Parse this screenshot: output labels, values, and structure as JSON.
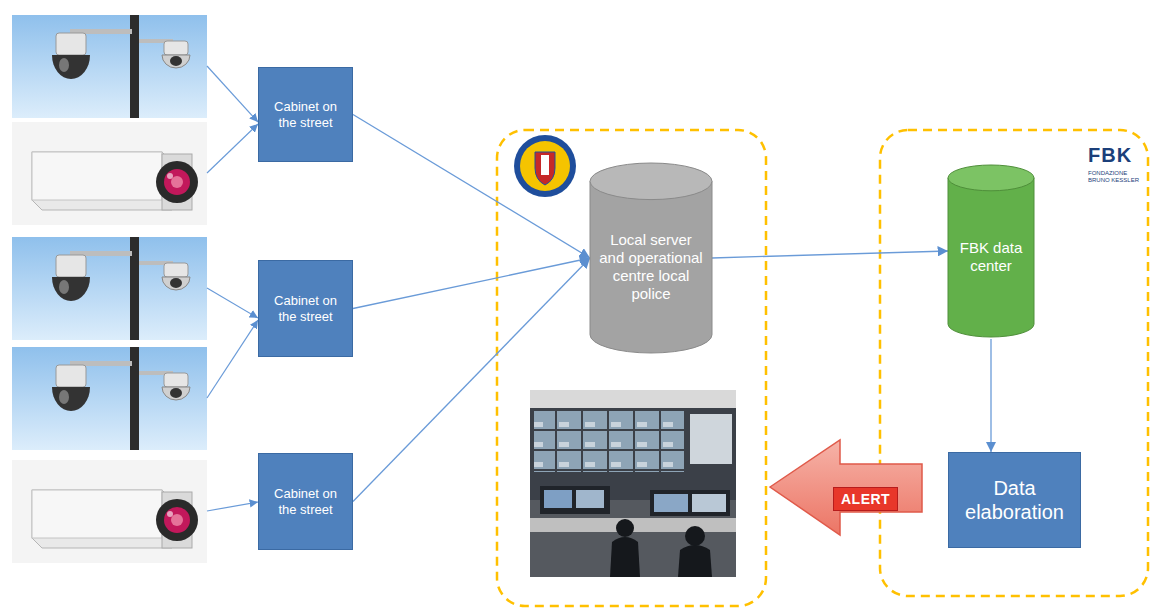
{
  "diagram": {
    "nodes": [
      {
        "text": [
          "Cabinet on the street"
        ]
      },
      {
        "text": [
          "Cabinet on the street"
        ]
      },
      {
        "text": [
          "Cabinet on the street"
        ]
      },
      {
        "text": [
          "Local server and operational centre local police"
        ]
      },
      {
        "text": [
          "FBK data center"
        ]
      },
      {
        "text": [
          "Data elaboration"
        ]
      }
    ],
    "edges": [
      {
        "from": 0,
        "to": 3,
        "arrow": "to"
      },
      {
        "from": 1,
        "to": 3,
        "arrow": "to"
      },
      {
        "from": 2,
        "to": 3,
        "arrow": "to"
      },
      {
        "from": 3,
        "to": 4,
        "arrow": "to"
      },
      {
        "from": 4,
        "to": 5,
        "arrow": "to"
      }
    ],
    "labels": [
      "ALERT",
      "FBK",
      "FONDAZIONE BRUNO KESSLER"
    ]
  }
}
